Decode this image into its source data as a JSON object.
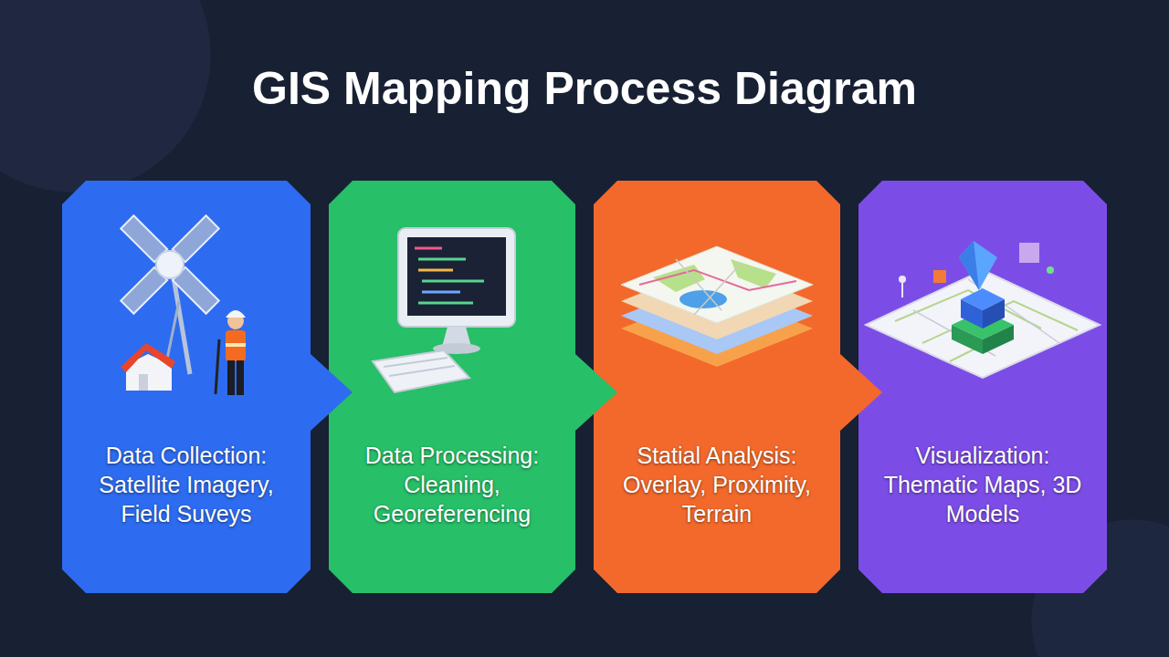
{
  "diagram": {
    "title": "GIS Mapping Process Diagram",
    "nodes": [
      {
        "text": [
          "Data Collection: Satellite Imagery, Field Suveys"
        ]
      },
      {
        "text": [
          "Data Processing: Cleaning, Georeferencing"
        ]
      },
      {
        "text": [
          "Statial Analysis: Overlay, Proximity, Terrain"
        ]
      },
      {
        "text": [
          "Visualization: Thematic Maps, 3D Models"
        ]
      }
    ]
  }
}
